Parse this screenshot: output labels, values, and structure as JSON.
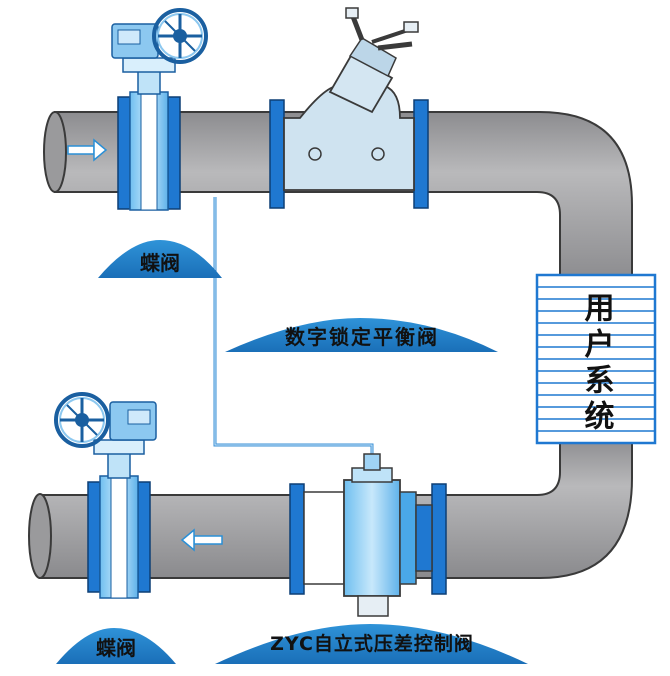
{
  "labels": {
    "butterfly_top": "蝶阀",
    "balance_valve": "数字锁定平衡阀",
    "user_system": "用户系统",
    "butterfly_bottom": "蝶阀",
    "control_valve": "ZYC自立式压差控制阀"
  },
  "colors": {
    "pipe": "#a2a2a4",
    "pipe_dark": "#7d7d80",
    "valve_blue": "#4aa8e8",
    "valve_light": "#9fd3f5",
    "flange": "#1f78d1",
    "label_bg": "#2a8fd6",
    "outline": "#3a3a3a"
  },
  "icons": {
    "flow_in": "arrow-right-icon",
    "flow_out": "arrow-left-icon"
  }
}
